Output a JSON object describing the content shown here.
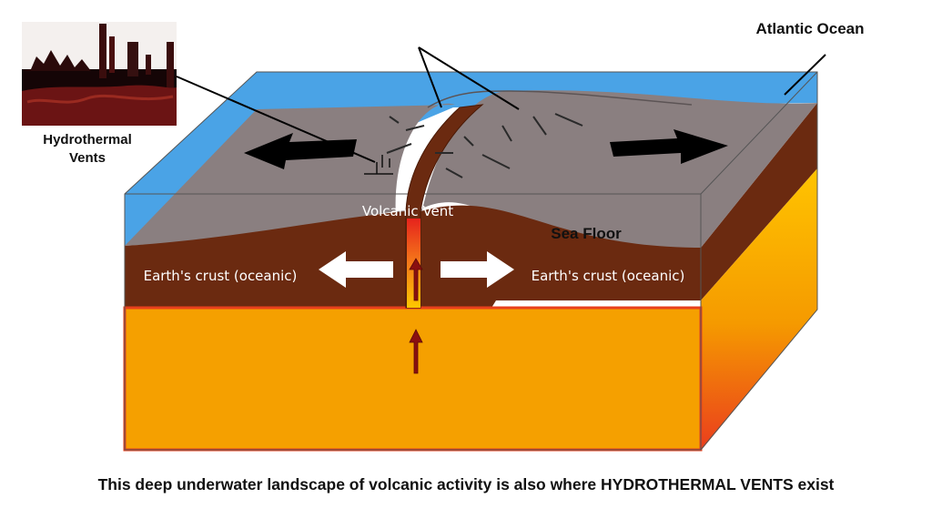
{
  "labels": {
    "atlantic_ocean": "Atlantic Ocean",
    "hydrothermal_line1": "Hydrothermal",
    "hydrothermal_line2": "Vents",
    "volcanic_vent": "Volcanic Vent",
    "sea_floor": "Sea Floor",
    "crust_left": "Earth's crust (oceanic)",
    "crust_right": "Earth's crust (oceanic)"
  },
  "caption": "This deep underwater landscape of volcanic activity is also where HYDROTHERMAL VENTS exist",
  "colors": {
    "ocean": "#4aa3e6",
    "sea_floor": "#8a7f80",
    "crust": "#6b2a10",
    "mantle": "#f5a000",
    "magma": "#e83a1e"
  }
}
